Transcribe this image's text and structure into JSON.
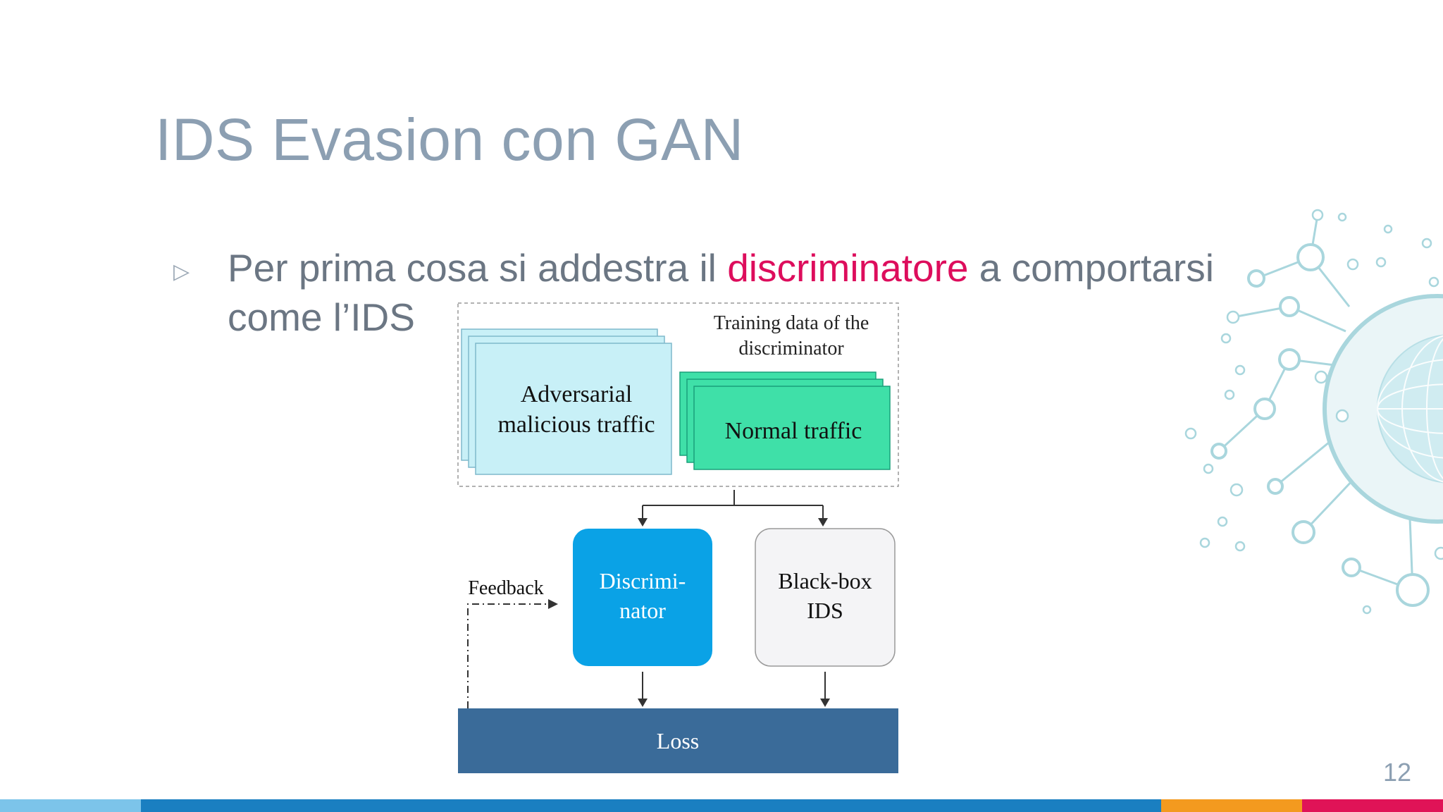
{
  "slide": {
    "title": "IDS Evasion con GAN",
    "page_number": "12",
    "bullet": {
      "marker": "▷",
      "text_before": "Per prima cosa si addestra il ",
      "highlight": "discriminatore",
      "text_after": " a comportarsi come l’IDS"
    }
  },
  "diagram": {
    "training_label_line1": "Training data of the",
    "training_label_line2": "discriminator",
    "adversarial_line1": "Adversarial",
    "adversarial_line2": "malicious traffic",
    "normal_label": "Normal traffic",
    "discriminator_line1": "Discrimi-",
    "discriminator_line2": "nator",
    "blackbox_line1": "Black-box",
    "blackbox_line2": "IDS",
    "feedback_label": "Feedback",
    "loss_label": "Loss"
  },
  "colors": {
    "title": "#8c9fb2",
    "highlight": "#dd0d5c",
    "adversarial_fill": "#c8f0f7",
    "normal_fill": "#3fe0a8",
    "discriminator_fill": "#0aa2e6",
    "loss_fill": "#3a6b99",
    "bar_light_blue": "#7cc4ea",
    "bar_blue": "#1a7fc1",
    "bar_orange": "#f39a1f",
    "bar_pink": "#e01357"
  }
}
